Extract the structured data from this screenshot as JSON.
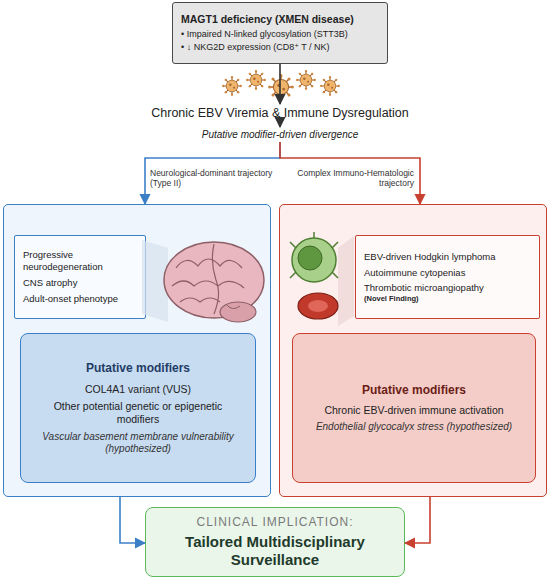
{
  "diagram": {
    "nodes": [
      {
        "text": [
          "MAGT1 deficiency (XMEN disease)",
          "• Impaired N-linked glycosylation (STT3B)",
          "• ↓ NKG2D expression (CD8⁺ T / NK)"
        ]
      },
      {
        "text": [
          "Chronic EBV Viremia & Immune Dysregulation"
        ]
      },
      {
        "text": [
          "Putative modifier-driven divergence"
        ]
      },
      {
        "text": []
      },
      {
        "text": [
          "Progressive neurodegeneration",
          "CNS atrophy",
          "Adult-onset phenotype"
        ],
        "in": 3
      },
      {
        "text": [
          "Putative modifiers",
          "COL4A1 variant (VUS)",
          "Other potential genetic or epigenetic modifiers",
          "Vascular basement membrane vulnerability (hypothesized)"
        ],
        "in": 3
      },
      {
        "text": []
      },
      {
        "text": [
          "EBV-driven Hodgkin lymphoma",
          "Autoimmune cytopenias",
          "Thrombotic microangiopathy",
          "(Novel Finding)"
        ],
        "in": 6
      },
      {
        "text": [
          "Putative modifiers",
          "Chronic EBV-driven immune activation",
          "Endothelial glycocalyx stress (hypothesized)"
        ],
        "in": 6
      },
      {
        "text": [
          "CLINICAL IMPLICATION:",
          "Tailored Multidisciplinary Surveillance"
        ]
      }
    ],
    "edges": [
      {
        "from": 0,
        "to": 1,
        "arrow": "to"
      },
      {
        "from": 1,
        "to": 2,
        "arrow": "to"
      },
      {
        "from": 2,
        "to": 3,
        "arrow": "to",
        "label": "Neurological-dominant trajectory (Type II)"
      },
      {
        "from": 2,
        "to": 6,
        "arrow": "to",
        "label": "Complex Immuno-Hematologic trajectory"
      },
      {
        "from": 3,
        "to": 9,
        "arrow": "to"
      },
      {
        "from": 6,
        "to": 9,
        "arrow": "to"
      }
    ]
  }
}
